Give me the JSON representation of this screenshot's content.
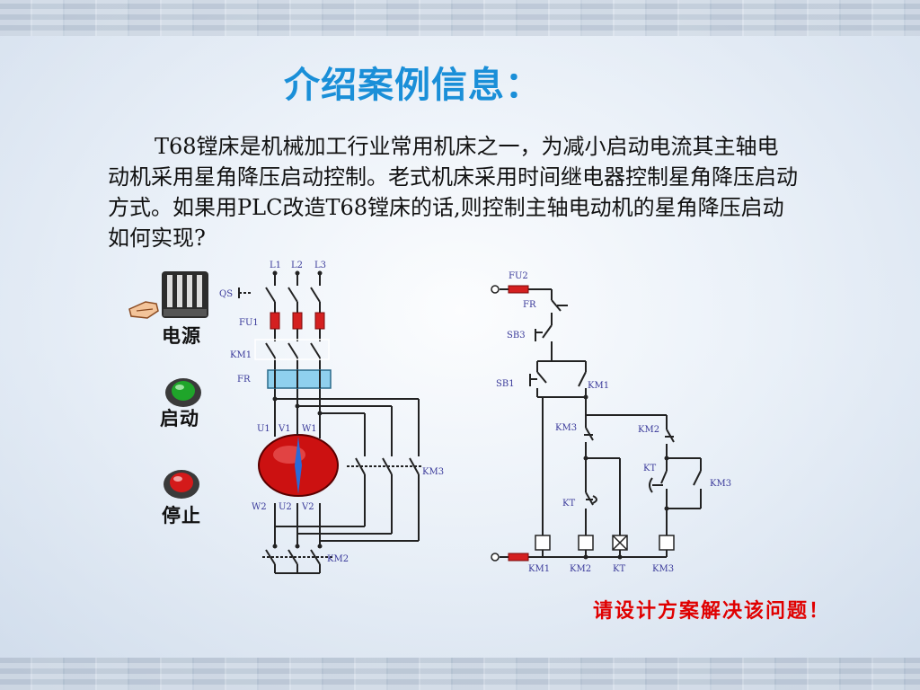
{
  "title": "介绍案例信息：",
  "paragraph": "T68镗床是机械加工行业常用机床之一，为减小启动电流其主轴电动机采用星角降压启动控制。老式机床采用时间继电器控制星角降压启动方式。如果用PLC改造T68镗床的话,则控制主轴电动机的星角降压启动如何实现?",
  "call_to_action": "请设计方案解决该问题！",
  "controls": {
    "power": "电源",
    "start": "启动",
    "stop": "停止"
  },
  "main_circuit": {
    "phases": [
      "L1",
      "L2",
      "L3"
    ],
    "switch": "QS",
    "fuse": "FU1",
    "contactor_main": "KM1",
    "thermal_relay": "FR",
    "motor_top": [
      "U1",
      "V1",
      "W1"
    ],
    "motor_bottom": [
      "W2",
      "U2",
      "V2"
    ],
    "contactor_delta": "KM3",
    "contactor_star": "KM2"
  },
  "control_circuit": {
    "fuse": "FU2",
    "thermal_contact": "FR",
    "stop_button": "SB3",
    "start_button": "SB1",
    "labels": {
      "km1_hold": "KM1",
      "km3_nc": "KM3",
      "km2_nc": "KM2",
      "kt_nc": "KT",
      "kt_no": "KT",
      "km3_no": "KM3"
    },
    "coils": [
      "KM1",
      "KM2",
      "KT",
      "KM3"
    ]
  },
  "colors": {
    "title": "#1a8fd8",
    "cta": "#e00000",
    "wire": "#222222",
    "fuse": "#d42020",
    "thermal": "#8fd0ee",
    "motor": "#cc1111"
  }
}
